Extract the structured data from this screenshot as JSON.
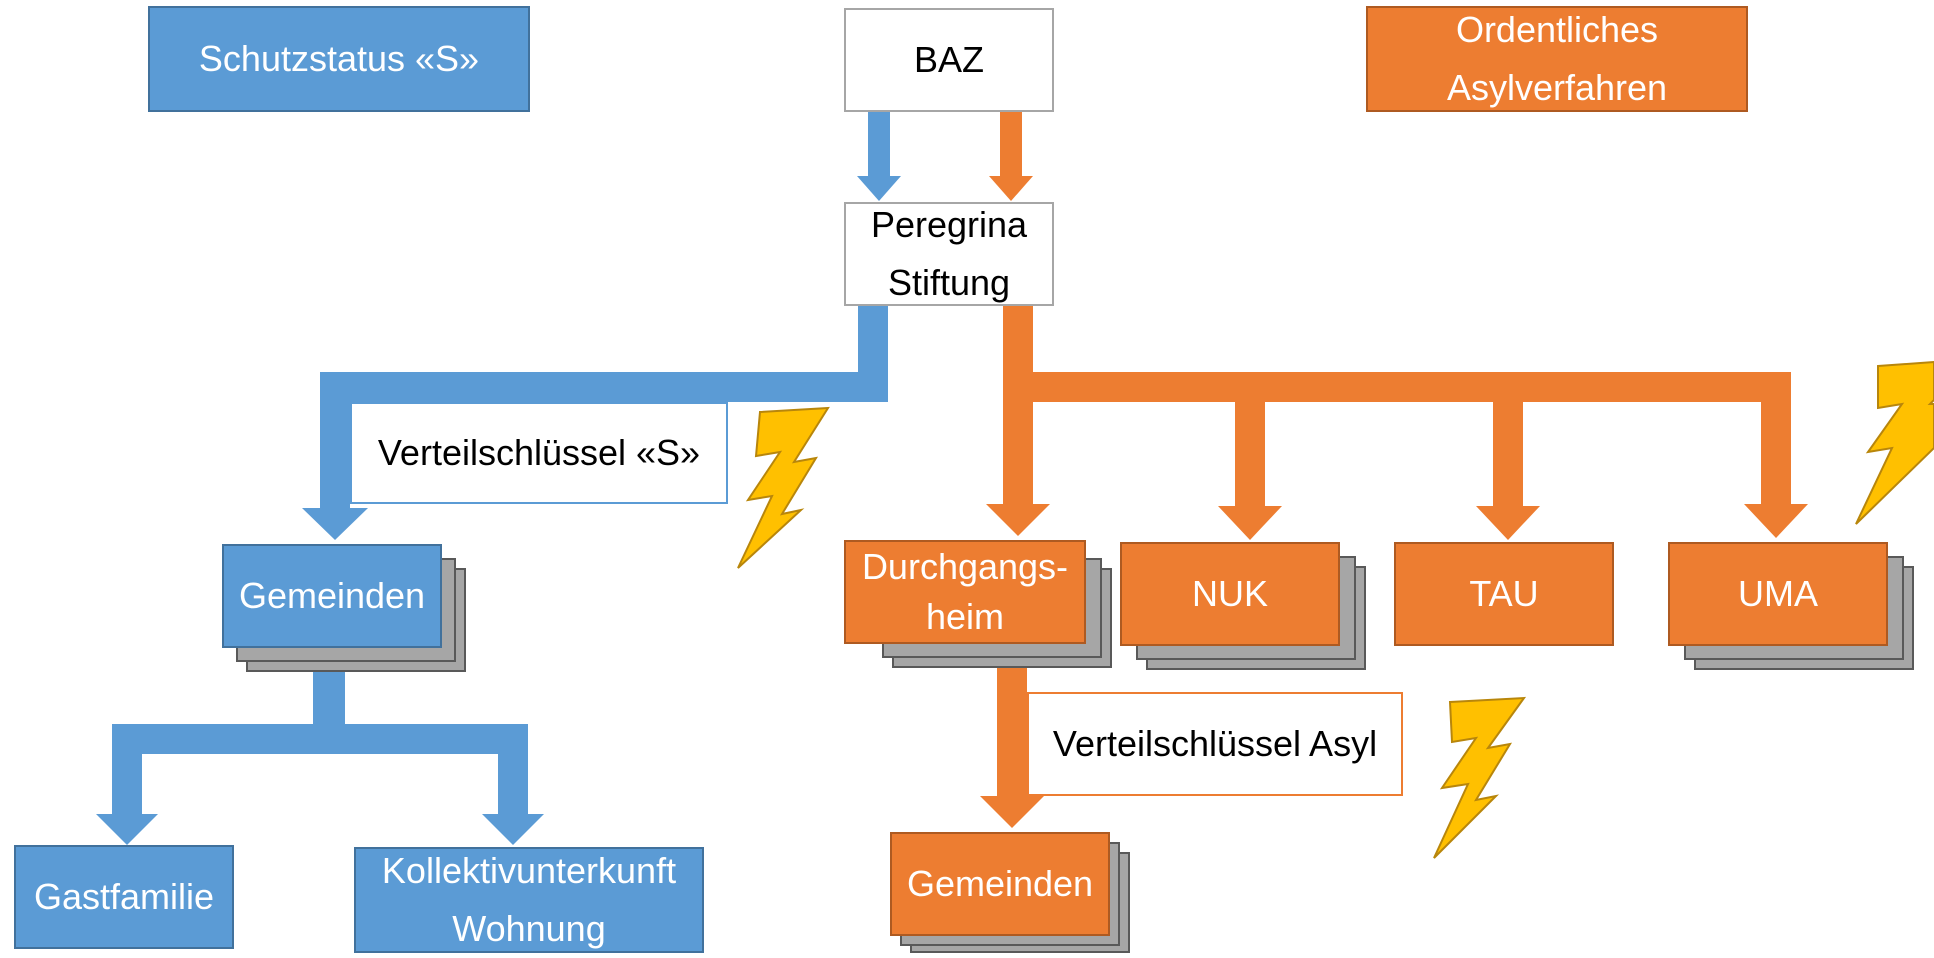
{
  "colors": {
    "blue": "#5b9bd5",
    "orange": "#ed7d31",
    "lightning": "#ffc000",
    "stack": "#a6a6a6"
  },
  "nodes": {
    "schutzstatus": "Schutzstatus «S»",
    "baz": "BAZ",
    "ordentliches_line1": "Ordentliches",
    "ordentliches_line2": "Asylverfahren",
    "peregrina_line1": "Peregrina",
    "peregrina_line2": "Stiftung",
    "verteilschluessel_s": "Verteilschlüssel «S»",
    "gemeinden_blue": "Gemeinden",
    "gastfamilie": "Gastfamilie",
    "kollektiv_line1": "Kollektivunterkunft",
    "kollektiv_line2": "Wohnung",
    "durchgangsheim_line1": "Durchgangs-",
    "durchgangsheim_line2": "heim",
    "nuk": "NUK",
    "tau": "TAU",
    "uma": "UMA",
    "verteilschluessel_asyl": "Verteilschlüssel Asyl",
    "gemeinden_orange": "Gemeinden"
  }
}
